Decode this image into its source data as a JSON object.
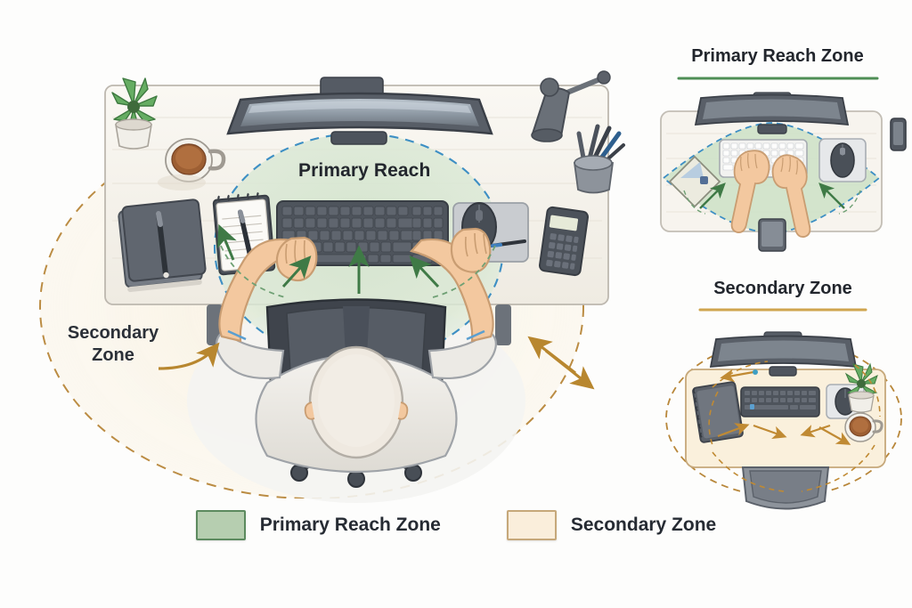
{
  "diagram": {
    "title_main_zone": "Primary Reach",
    "secondary_zone_label_line1": "Secondary",
    "secondary_zone_label_line2": "Zone"
  },
  "panels": [
    {
      "id": "primary-reach-zone",
      "title": "Primary Reach Zone",
      "rule_color": "#4e8e55"
    },
    {
      "id": "secondary-zone",
      "title": "Secondary Zone",
      "rule_color": "#cfa54e"
    }
  ],
  "legend": {
    "items": [
      {
        "label": "Primary Reach Zone",
        "fill": "#b6ceb0",
        "stroke": "#5c8a5f"
      },
      {
        "label": "Secondary Zone",
        "fill": "#faeedb",
        "stroke": "#c6a87a"
      }
    ]
  },
  "colors": {
    "page_background": "#fdfdfc",
    "primary_zone_fill": "#d9e6d4",
    "primary_zone_dash": "#3d8fc4",
    "primary_arrow": "#3f7a46",
    "secondary_zone_fill": "#f7eedb",
    "secondary_zone_dash": "#b8873a",
    "secondary_arrow": "#b8872f",
    "desk_surface": "#f6f3ec",
    "desk_edge": "#b9b4ab",
    "device_dark": "#4b5059",
    "device_mid": "#6d737c",
    "device_light": "#9aa0a8",
    "skin": "#f2c7a0",
    "shirt": "#eceae5",
    "chair": "#3f444c",
    "plant_green": "#5aa05a",
    "coffee": "#9a5f33"
  },
  "scene_objects": {
    "main": [
      "monitor",
      "desk-lamp",
      "potted-plant",
      "coffee-mug",
      "notebook-stack",
      "pen",
      "spiral-notepad",
      "keyboard",
      "mouse",
      "mouse-pad",
      "calculator",
      "pen-cup",
      "seated-person",
      "office-chair",
      "left-hand",
      "right-hand"
    ],
    "panel_primary": [
      "monitor",
      "keyboard",
      "mouse",
      "mouse-pad",
      "document-tray",
      "smartphone-side",
      "tablet",
      "left-hand",
      "right-hand"
    ],
    "panel_secondary": [
      "monitor",
      "keyboard",
      "mouse",
      "mouse-pad",
      "spiral-notebook",
      "potted-plant",
      "coffee-mug",
      "chair-back"
    ]
  },
  "annotations": {
    "primary_arrow_count": 4,
    "secondary_arrow_count": 2,
    "primary_boundary_style": "dashed",
    "secondary_boundary_style": "dashed"
  }
}
